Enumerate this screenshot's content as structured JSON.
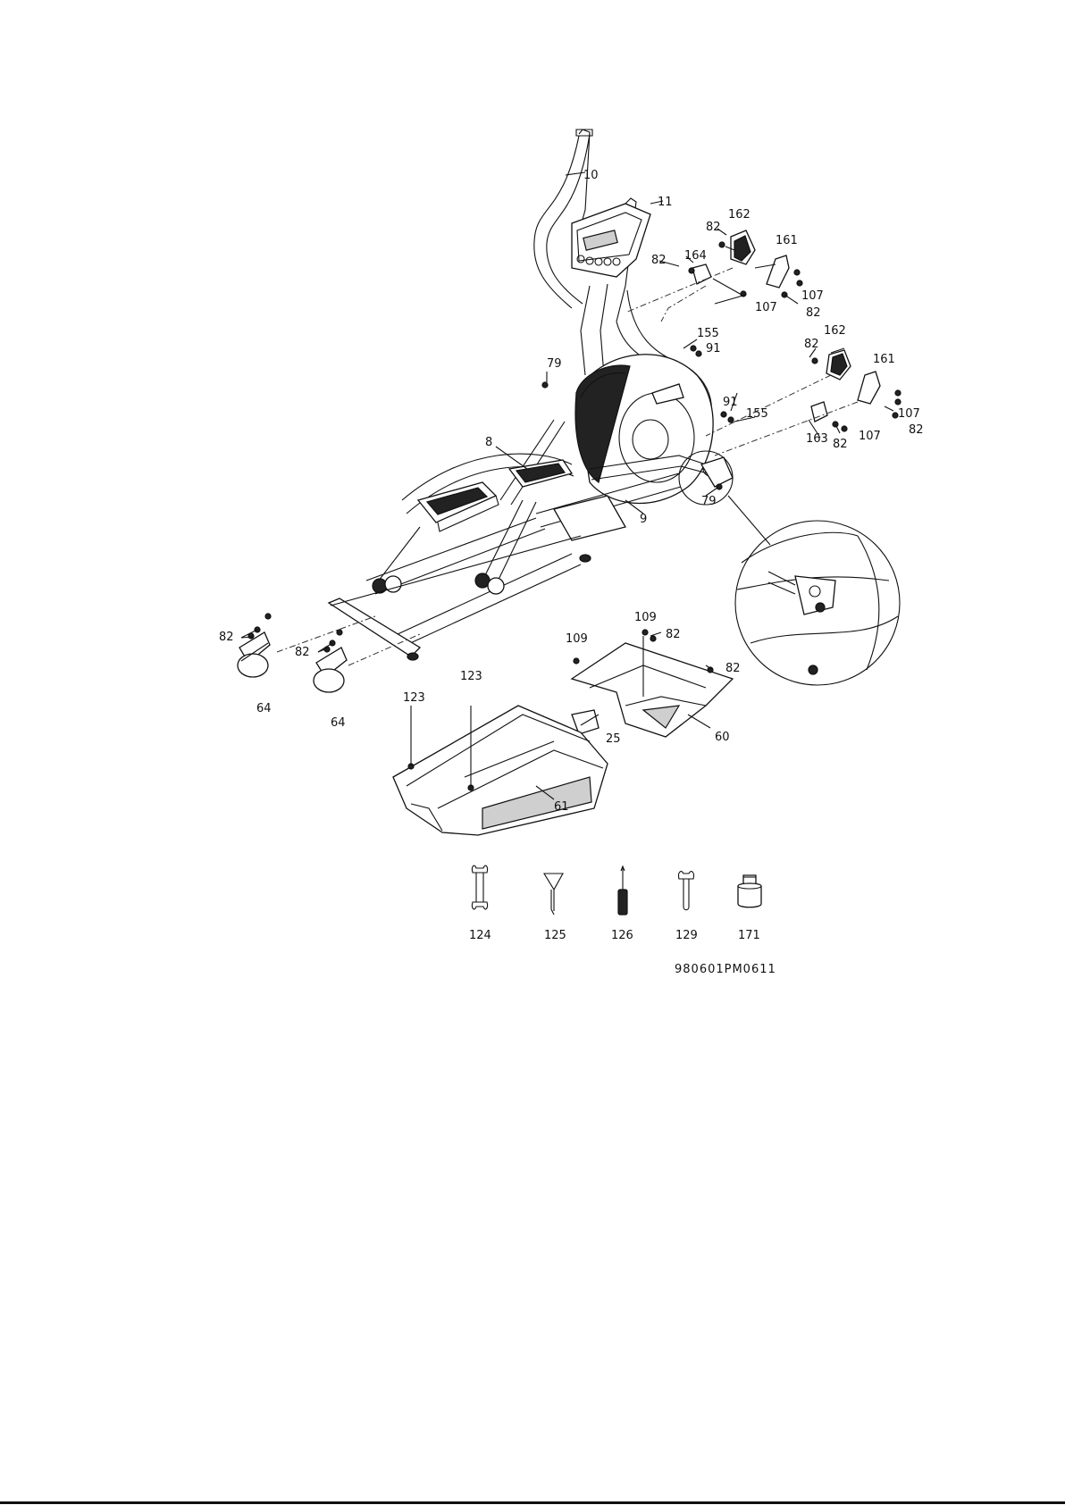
{
  "part_labels": {
    "p10": "10",
    "p11": "11",
    "p82_a": "82",
    "p162_a": "162",
    "p161_a": "161",
    "p82_b": "82",
    "p164": "164",
    "p107_a": "107",
    "p107_b": "107",
    "p82_c": "82",
    "p155_a": "155",
    "p91_a": "91",
    "p82_d": "82",
    "p162_b": "162",
    "p161_b": "161",
    "p79_a": "79",
    "p91_b": "91",
    "p155_b": "155",
    "p107_c": "107",
    "p82_e": "82",
    "p163": "163",
    "p82_f": "82",
    "p107_d": "107",
    "p8": "8",
    "p9": "9",
    "p79_b": "79",
    "p109_a": "109",
    "p109_b": "109",
    "p82_g": "82",
    "p82_h": "82",
    "p82_i": "82",
    "p82_j": "82",
    "p64_a": "64",
    "p64_b": "64",
    "p123_a": "123",
    "p123_b": "123",
    "p25": "25",
    "p60": "60",
    "p61": "61"
  },
  "tools": [
    {
      "label": "124",
      "icon": "open-wrench-icon"
    },
    {
      "label": "125",
      "icon": "t-handle-allen-key-icon"
    },
    {
      "label": "126",
      "icon": "screwdriver-icon"
    },
    {
      "label": "129",
      "icon": "combination-wrench-icon"
    },
    {
      "label": "171",
      "icon": "socket-nut-icon"
    }
  ],
  "drawing_code": "980601PM0611"
}
